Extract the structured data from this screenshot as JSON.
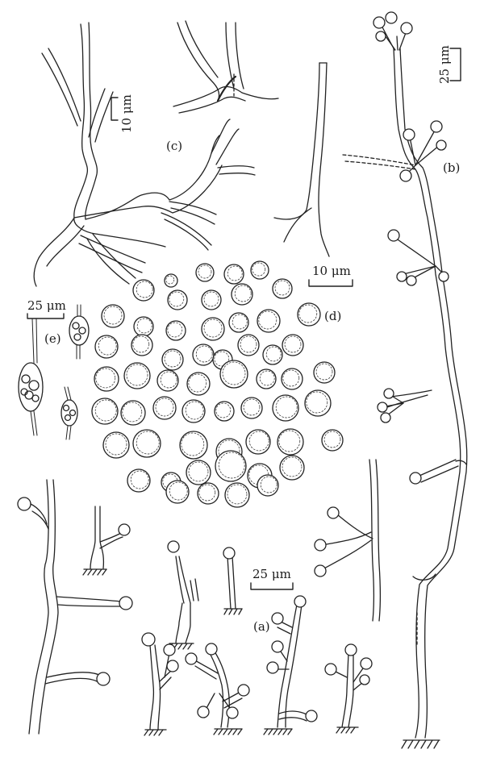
{
  "figure": {
    "panel_labels": {
      "a": "(a)",
      "b": "(b)",
      "c": "(c)",
      "d": "(d)",
      "e": "(e)"
    },
    "scale_bars": {
      "b": "25 μm",
      "c": "10 μm",
      "d": "10 μm",
      "e": "25 μm",
      "a": "25 μm"
    },
    "ink_color": "#222222",
    "paper_color": "#ffffff"
  }
}
